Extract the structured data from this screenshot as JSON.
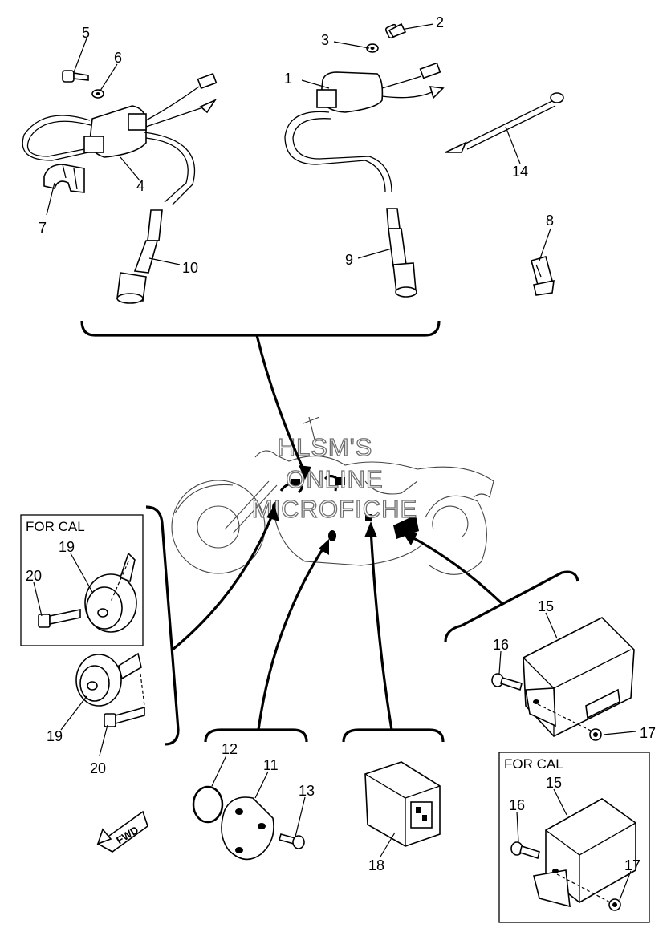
{
  "watermark": [
    "HLSM'S",
    "ONLINE",
    "MICROFICHE"
  ],
  "callouts": [
    {
      "id": "c1",
      "text": "1"
    },
    {
      "id": "c2",
      "text": "2"
    },
    {
      "id": "c3",
      "text": "3"
    },
    {
      "id": "c4",
      "text": "4"
    },
    {
      "id": "c5",
      "text": "5"
    },
    {
      "id": "c6",
      "text": "6"
    },
    {
      "id": "c7",
      "text": "7"
    },
    {
      "id": "c8",
      "text": "8"
    },
    {
      "id": "c9",
      "text": "9"
    },
    {
      "id": "c10",
      "text": "10"
    },
    {
      "id": "c11",
      "text": "11"
    },
    {
      "id": "c12",
      "text": "12"
    },
    {
      "id": "c13",
      "text": "13"
    },
    {
      "id": "c14",
      "text": "14"
    },
    {
      "id": "c15a",
      "text": "15"
    },
    {
      "id": "c15b",
      "text": "15"
    },
    {
      "id": "c16a",
      "text": "16"
    },
    {
      "id": "c16b",
      "text": "16"
    },
    {
      "id": "c17a",
      "text": "17"
    },
    {
      "id": "c17b",
      "text": "17"
    },
    {
      "id": "c18",
      "text": "18"
    },
    {
      "id": "c19a",
      "text": "19"
    },
    {
      "id": "c19b",
      "text": "19"
    },
    {
      "id": "c20a",
      "text": "20"
    },
    {
      "id": "c20b",
      "text": "20"
    }
  ],
  "insets": {
    "horn_cal": "FOR CAL",
    "cdi_cal": "FOR CAL"
  },
  "fwd_label": "FWD"
}
